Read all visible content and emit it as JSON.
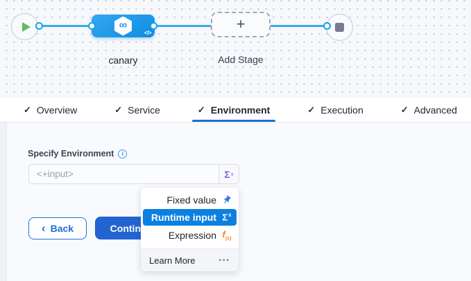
{
  "pipeline_canvas": {
    "stage_name": "canary",
    "add_stage_label": "Add Stage",
    "plus_glyph": "+",
    "code_toggle_glyph": "</>",
    "pipeline_glyph": "∞"
  },
  "tab_bar": {
    "check_glyph": "✓",
    "tabs": [
      {
        "label": "Overview",
        "checked": true,
        "active": false
      },
      {
        "label": "Service",
        "checked": true,
        "active": false
      },
      {
        "label": "Environment",
        "checked": true,
        "active": true
      },
      {
        "label": "Execution",
        "checked": true,
        "active": false
      },
      {
        "label": "Advanced",
        "checked": true,
        "active": false
      }
    ]
  },
  "environment_form": {
    "label": "Specify Environment",
    "input_value": "<+input>",
    "input_type_icon": {
      "main": "Σ",
      "sup": "x"
    }
  },
  "value_type_menu": {
    "items": [
      {
        "label": "Fixed value",
        "selected": false
      },
      {
        "label": "Runtime input",
        "selected": true
      },
      {
        "label": "Expression",
        "selected": false
      }
    ],
    "runtime_icon": {
      "main": "Σ",
      "sup": "x"
    },
    "expression_icon": {
      "main": "f",
      "sub": "(x)"
    },
    "footer": {
      "learn_more_label": "Learn More",
      "more_glyph": "•••"
    }
  },
  "footer_buttons": {
    "back_chevron": "‹",
    "back_label": "Back",
    "continue_label": "Continue"
  },
  "colors": {
    "primary_blue": "#1D6FD6",
    "menu_highlight_blue": "#0B80E0",
    "stage_node_blue": "#1E97EA",
    "connector_blue": "#36ACEE",
    "sigma_purple": "#8763E0",
    "expression_orange": "#FF7B21",
    "play_green": "#5DBB63"
  }
}
